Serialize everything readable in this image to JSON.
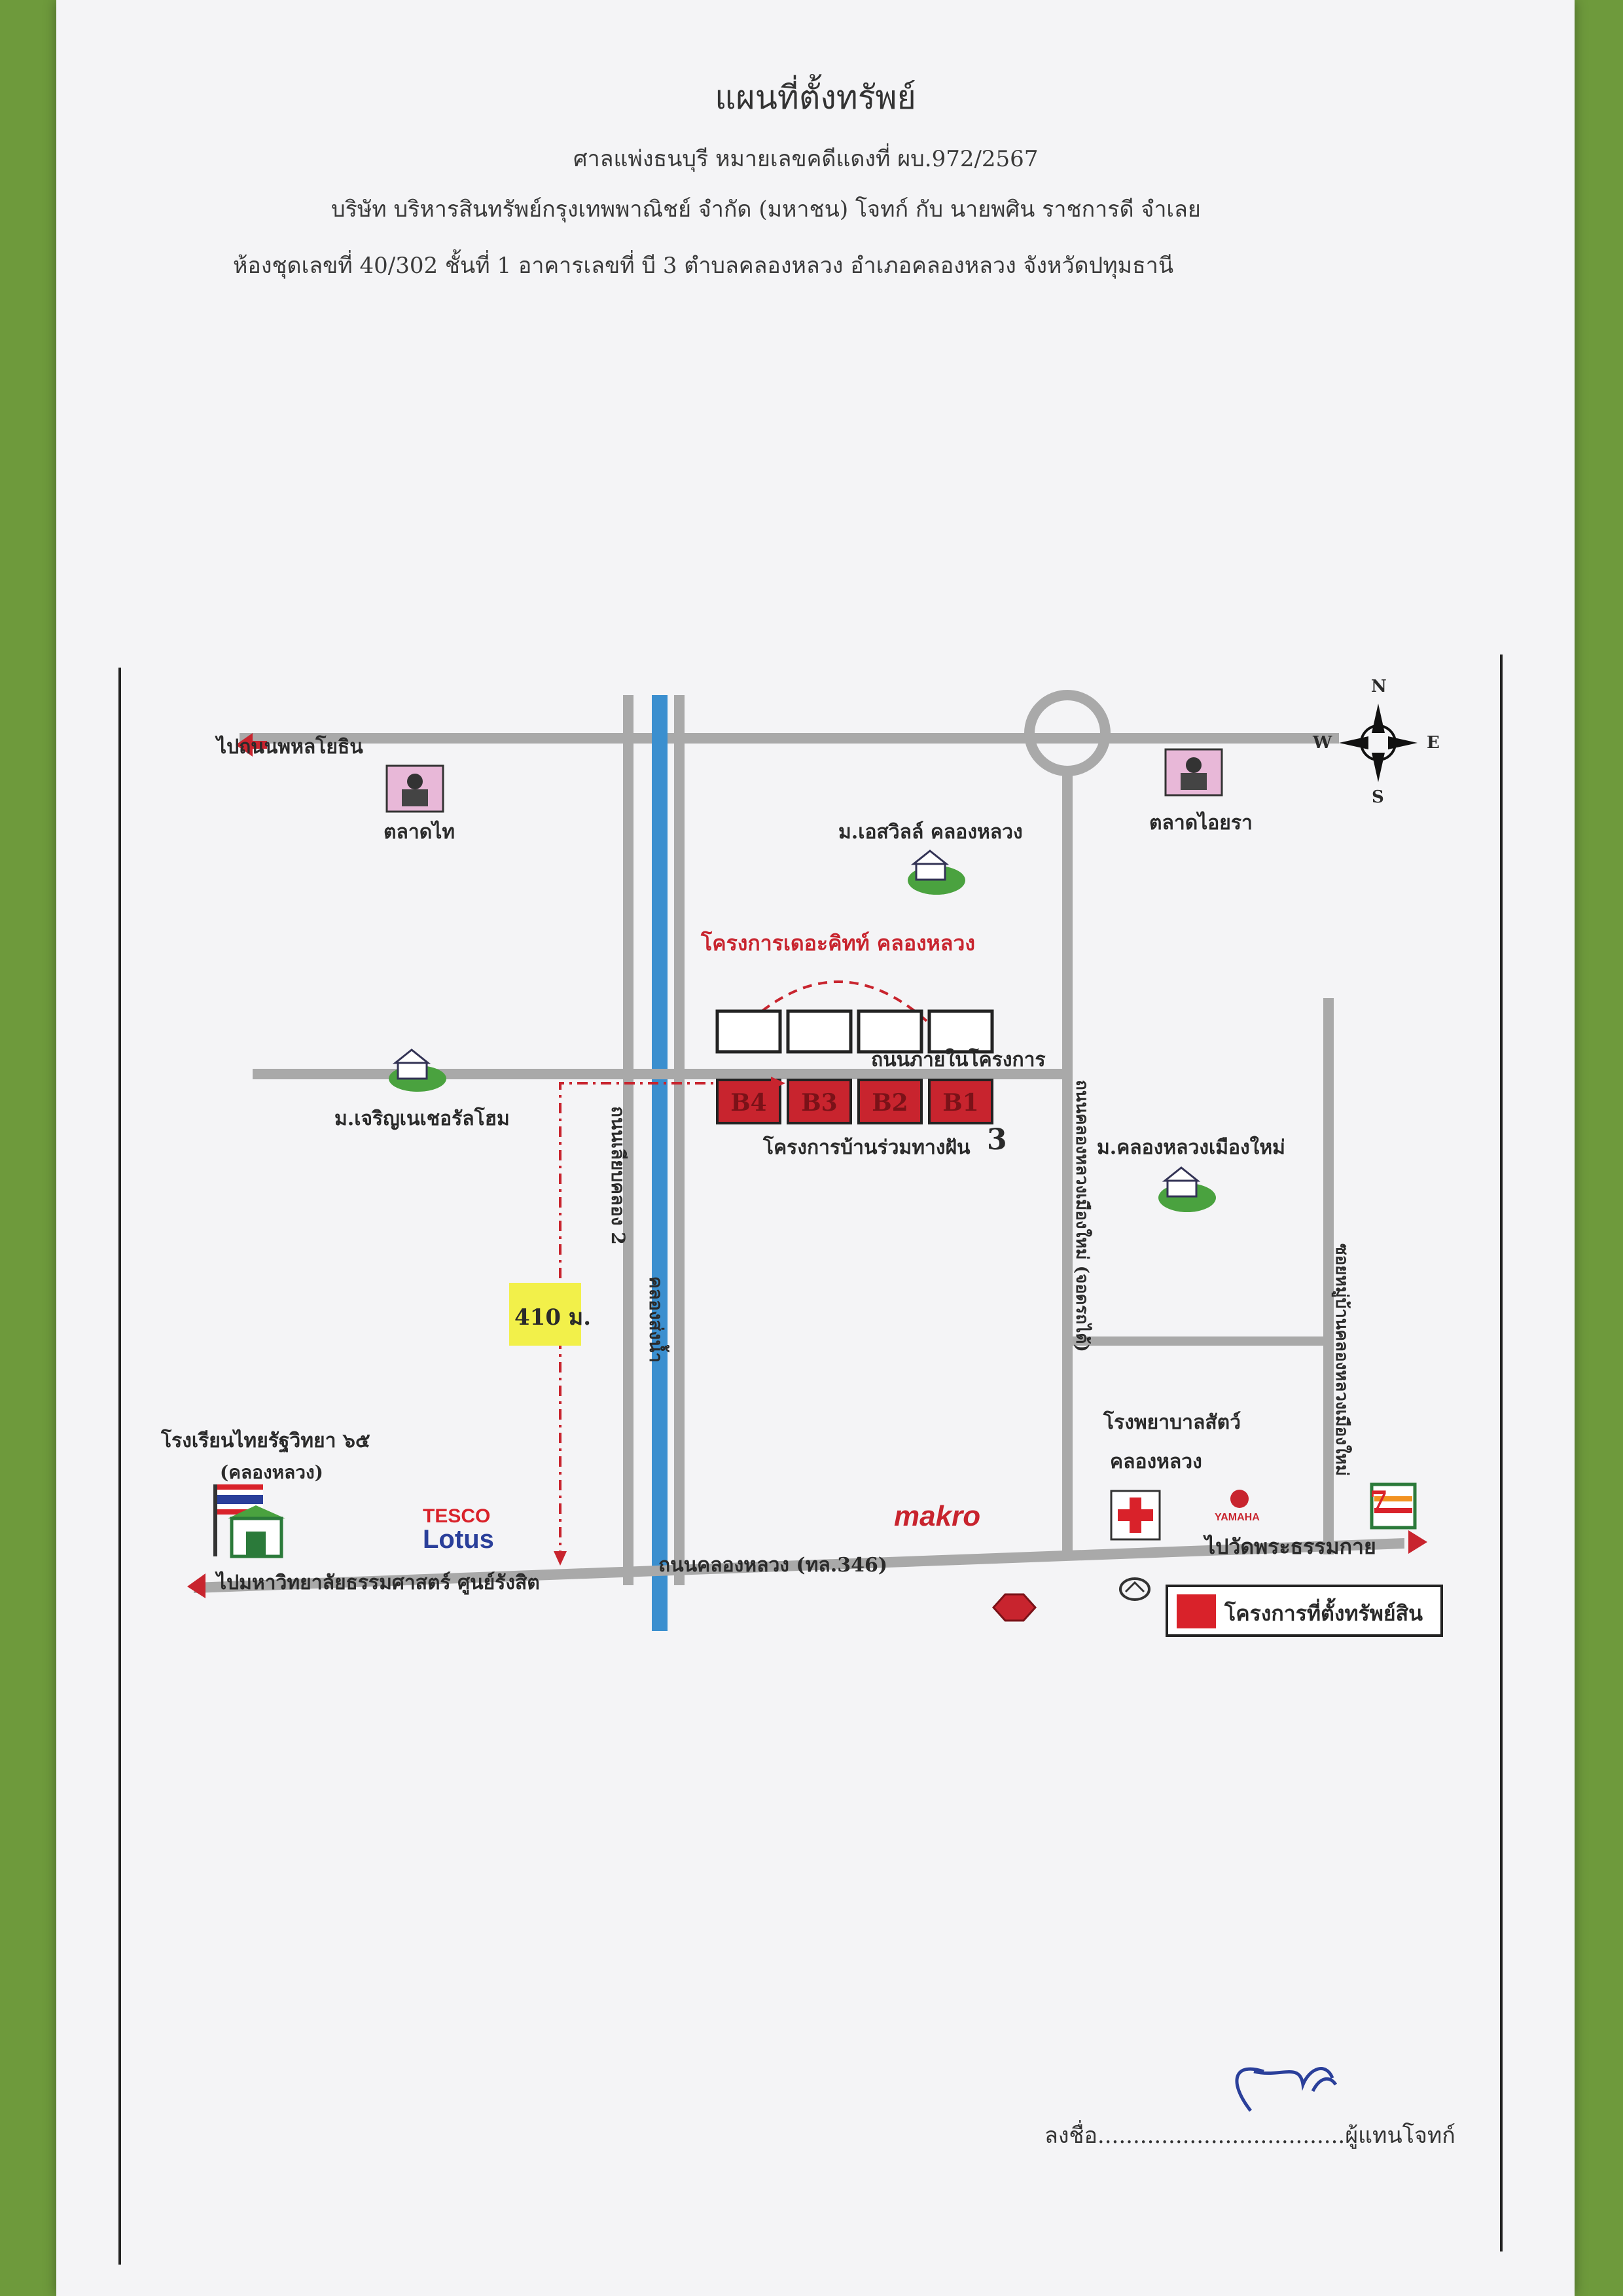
{
  "header": {
    "title": "แผนที่ตั้งทรัพย์",
    "court_line": "ศาลแพ่งธนบุรี หมายเลขคดีแดงที่ ผบ.972/2567",
    "parties_line": "บริษัท บริหารสินทรัพย์กรุงเทพพาณิชย์ จำกัด (มหาชน)     โจทก์ กับ นายพศิน ราชการดี    จำเลย",
    "property_line": "ห้องชุดเลขที่ 40/302 ชั้นที่ 1 อาคารเลขที่ บี 3 ตำบลคลองหลวง อำเภอคลองหลวง จังหวัดปทุมธานี"
  },
  "map": {
    "compass": {
      "n": "N",
      "s": "S",
      "e": "E",
      "w": "W"
    },
    "labels": {
      "to_phahon": "ไปถนนพหลโยธิน",
      "market_thai": "ตลาดไท",
      "market_ayara": "ตลาดไอยรา",
      "village_city": "ม.เอสวิลล์ คลองหลวง",
      "project_title": "โครงการเดอะคิทท์ คลองหลวง",
      "road_in_project": "ถนนภายในโครงการ",
      "village_charoen": "ม.เจริญเนเชอรัลโฮม",
      "project_banruam": "โครงการบ้านร่วมทางฝัน",
      "building_no": "3",
      "village_new": "ม.คลองหลวงเมืองใหม่",
      "distance": "410 ม.",
      "school_line1": "โรงเรียนไทยรัฐวิทยา ๖๕",
      "school_line2": "(คลองหลวง)",
      "tesco_top": "TESCO",
      "tesco_bottom": "Lotus",
      "makro": "makro",
      "vet_line1": "โรงพยาบาลสัตว์",
      "vet_line2": "คลองหลวง",
      "yamaha": "YAMAHA",
      "to_wat": "ไปวัดพระธรรมกาย",
      "to_university": "ไปมหาวิทยาลัยธรรมศาสตร์ ศูนย์รังสิต",
      "road_main": "ถนนคลองหลวง (ทล.346)",
      "road_left_vertical": "ถนนเลียบคลอง 2",
      "canal_vertical": "คลองส่งน้ำ",
      "road_mid_vertical": "ถนนคลองหลวงเมืองใหม่ (จอดรถได้)",
      "road_right_vertical": "ซอยหมู่บ้านคลองหลวงเมืองใหม่",
      "seven_eleven": "7",
      "legend": "โครงการที่ตั้งทรัพย์สิน"
    },
    "buildings_top": [
      "",
      "",
      "",
      ""
    ],
    "buildings_bottom": [
      "B4",
      "B3",
      "B2",
      "B1"
    ],
    "colors": {
      "road": "#a9a9a9",
      "canal": "#3b8fcf",
      "building_red": "#c8242e",
      "route_red": "#c8242e",
      "distance_bg": "#f2f04a",
      "legend_red": "#d9222a",
      "tree_green": "#4aa23f"
    }
  },
  "signature": {
    "line": "ลงชื่อ...................................ผู้แทนโจทก์"
  }
}
